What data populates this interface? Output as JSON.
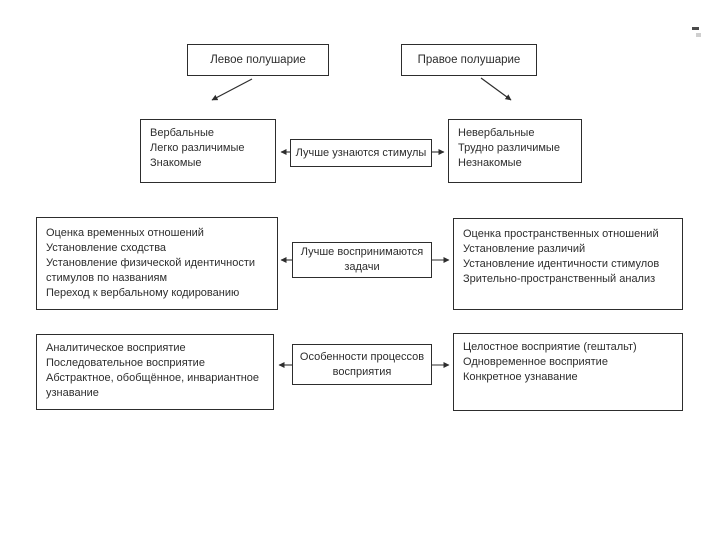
{
  "hemispheres": {
    "left_title": "Левое полушарие",
    "right_title": "Правое полушарие"
  },
  "rows": [
    {
      "center": "Лучше узнаются стимулы",
      "left": [
        "Вербальные",
        "Легко различимые",
        "Знакомые"
      ],
      "right": [
        "Невербальные",
        "Трудно различимые",
        "Незнакомые"
      ]
    },
    {
      "center": "Лучше воспринимаются задачи",
      "left": [
        "Оценка временных отношений",
        "Установление сходства",
        "Установление физической идентичности стимулов по названиям",
        "Переход к вербальному кодированию"
      ],
      "right": [
        "Оценка пространственных отношений",
        "Установление различий",
        "Установление идентичности стимулов",
        "Зрительно-пространственный анализ"
      ]
    },
    {
      "center": "Особенности процессов восприятия",
      "left": [
        "Аналитическое восприятие",
        "Последовательное восприятие",
        "Абстрактное, обобщённое, инвариантное узнавание"
      ],
      "right": [
        "Целостное восприятие (гештальт)",
        "Одновременное восприятие",
        "Конкретное узнавание"
      ]
    }
  ],
  "colors": {
    "line": "#2d2d2d",
    "background": "#ffffff"
  }
}
